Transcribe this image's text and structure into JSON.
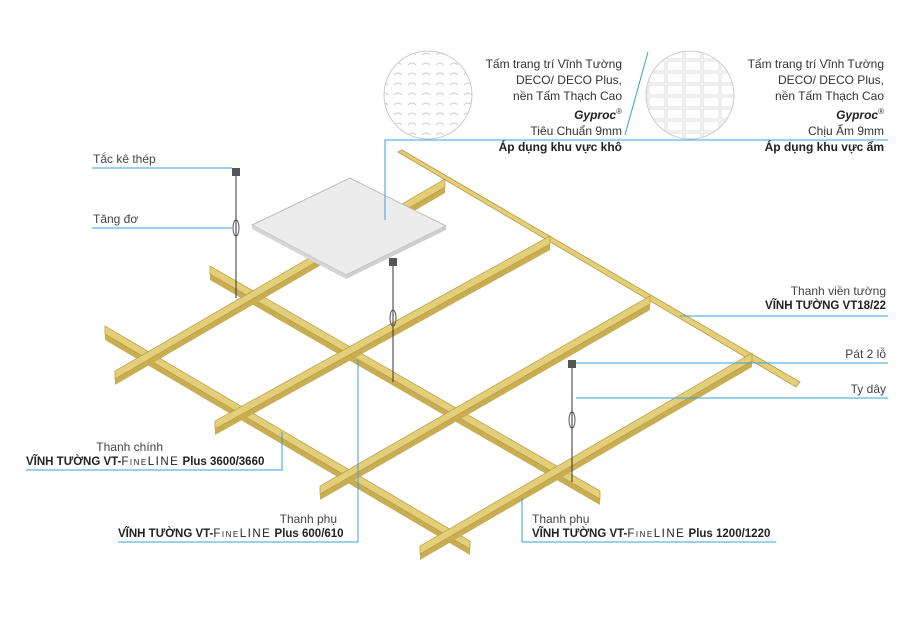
{
  "panels": [
    {
      "line1": "Tấm trang trí Vĩnh Tường",
      "line2": "DECO/ DECO Plus,",
      "line3": "nền Tấm Thạch Cao",
      "brand": "Gyproc",
      "reg": "®",
      "line4": "Tiêu Chuẩn 9mm",
      "apply": "Áp dụng khu vực khô"
    },
    {
      "line1": "Tấm trang trí Vĩnh Tường",
      "line2": "DECO/ DECO Plus,",
      "line3": "nền Tấm Thạch Cao",
      "brand": "Gyproc",
      "reg": "®",
      "line4": "Chịu Ẩm 9mm",
      "apply": "Áp dụng khu vực ẩm"
    }
  ],
  "labels": {
    "tac_ke": "Tắc kê thép",
    "tang_do": "Tăng đơ",
    "wall_angle_title": "Thanh viền tường",
    "wall_angle_name": "VĨNH TƯỜNG VT18/22",
    "pat": "Pát 2 lỗ",
    "ty_day": "Ty dây",
    "main_title": "Thanh chính",
    "main_prefix": "VĨNH TƯỜNG VT-",
    "main_series": "FineLINE",
    "main_suffix": "Plus  3600/3660",
    "cross600_title": "Thanh phụ",
    "cross600_prefix": "VĨNH TƯỜNG VT-",
    "cross600_series": "FineLINE",
    "cross600_suffix": "Plus  600/610",
    "cross1200_title": "Thanh phụ",
    "cross1200_prefix": "VĨNH TƯỜNG VT-",
    "cross1200_series": "FineLINE",
    "cross1200_suffix": "Plus 1200/1220"
  },
  "colors": {
    "bar": "#e3cf7a",
    "bar_dark": "#b89a3a",
    "callout": "#3aa0d8"
  }
}
